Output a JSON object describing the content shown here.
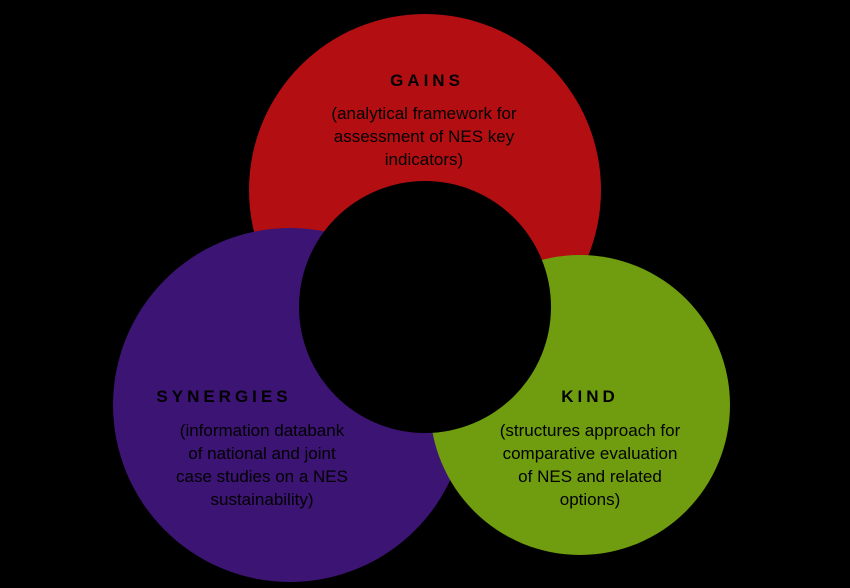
{
  "background_color": "#000000",
  "circles": {
    "gains": {
      "color": "#b30f12",
      "title": "GAINS",
      "lines": [
        "(analytical framework for",
        "assessment of NES key",
        "indicators)"
      ]
    },
    "synergies": {
      "color": "#3c1473",
      "title": "SYNERGIES",
      "lines": [
        "(information databank",
        "of national and joint",
        "case studies on a NES",
        "sustainability)"
      ]
    },
    "kind": {
      "color": "#6f9d0f",
      "title": "KIND",
      "lines": [
        "(structures approach for",
        "comparative evaluation",
        "of NES and related",
        "options)"
      ]
    },
    "center": {
      "color": "#000000"
    }
  }
}
